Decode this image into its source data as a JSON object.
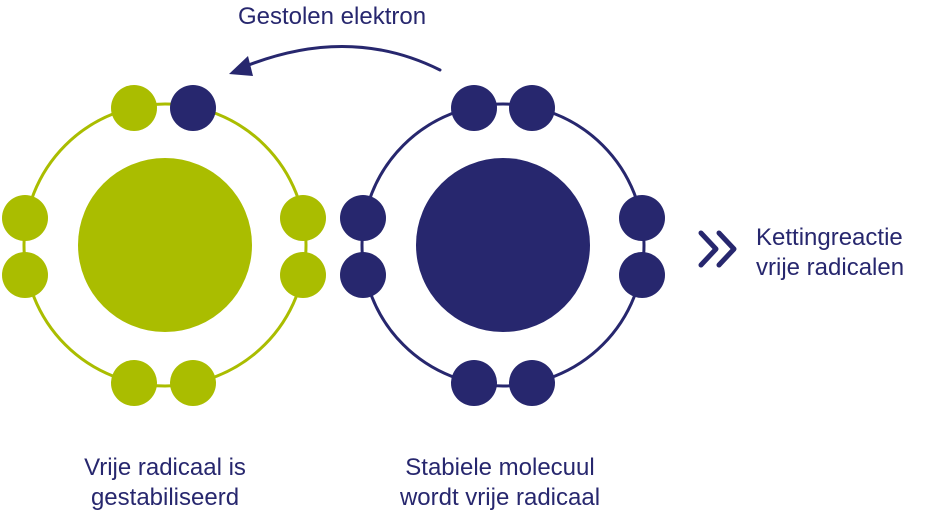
{
  "colors": {
    "green": "#aabd00",
    "navy": "#27276e"
  },
  "arrow": {
    "label": "Gestolen elektron"
  },
  "left_atom": {
    "caption_line1": "Vrije radicaal is",
    "caption_line2": "gestabiliseerd"
  },
  "right_atom": {
    "caption_line1": "Stabiele molecuul",
    "caption_line2": "wordt vrije radicaal"
  },
  "chain": {
    "icon": "double-chevron-right-icon",
    "label_line1": "Kettingreactie",
    "label_line2": "vrije radicalen"
  }
}
